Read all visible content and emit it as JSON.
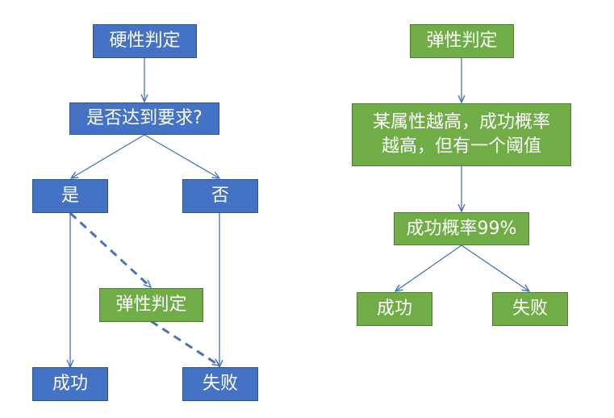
{
  "left_flow": {
    "start": "硬性判定",
    "question": "是否达到要求?",
    "yes": "是",
    "no": "否",
    "elastic": "弹性判定",
    "success": "成功",
    "failure": "失败"
  },
  "right_flow": {
    "start": "弹性判定",
    "rule_line1": "某属性越高，成功概率",
    "rule_line2": "越高，但有一个阈值",
    "probability": "成功概率99%",
    "success": "成功",
    "failure": "失败"
  },
  "colors": {
    "blue": "#4472c4",
    "green": "#70ad47",
    "connector": "#4472c4"
  }
}
